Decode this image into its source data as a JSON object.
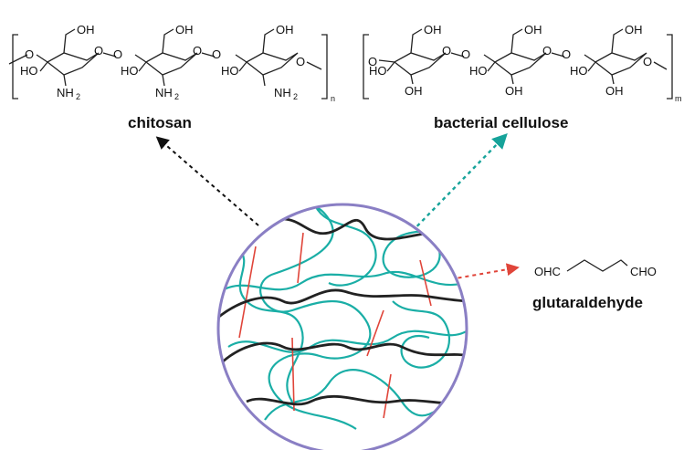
{
  "chitosan": {
    "label": "chitosan",
    "group_oh": "OH",
    "group_ho": "HO",
    "group_nh": "NH",
    "subscript_2": "2",
    "linker_o": "O",
    "repeat_subscript": "n"
  },
  "cellulose": {
    "label": "bacterial cellulose",
    "group_oh": "OH",
    "group_ho": "HO",
    "linker_o": "O",
    "repeat_subscript": "m"
  },
  "glutaraldehyde": {
    "label": "glutaraldehyde",
    "left_group": "OHC",
    "right_group": "CHO"
  },
  "colors": {
    "chitosan_strand": "#222222",
    "cellulose_strand": "#1aaea6",
    "crosslink": "#e0453a",
    "circle_border": "#8a7fc4",
    "arrow_chitosan": "#111111",
    "arrow_cellulose": "#16a39a",
    "arrow_glutaraldehyde": "#e0453a"
  }
}
